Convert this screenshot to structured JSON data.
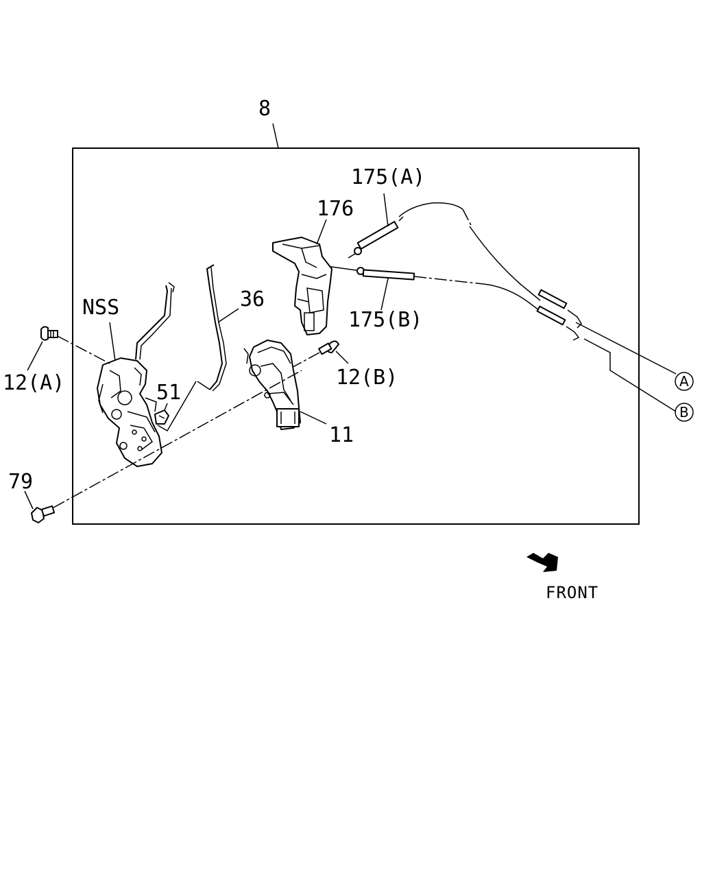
{
  "labels": {
    "assembly": "8",
    "cable_a": "175(A)",
    "bracket": "176",
    "rod": "36",
    "cable_b": "175(B)",
    "nss": "NSS",
    "screw_a": "12(A)",
    "screw_b": "12(B)",
    "clip": "51",
    "actuator": "11",
    "bolt": "79",
    "ref_a": "A",
    "ref_b": "B"
  },
  "front_indicator": {
    "text": "FRONT"
  }
}
